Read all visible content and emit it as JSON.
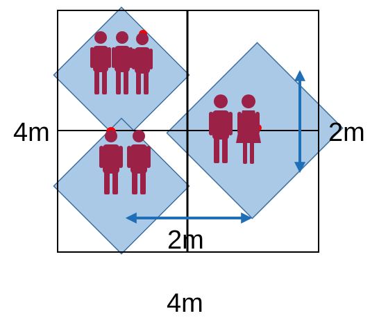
{
  "labels": {
    "left_side": "4m",
    "right_side": "2m",
    "bottom_inner": "2m",
    "bottom_outer": "4m"
  },
  "colors": {
    "zone_fill": "#a9c9e6",
    "zone_stroke": "#3f6e9e",
    "grid": "#000000",
    "person": "#9b2146",
    "marker": "#ff0000",
    "arrow": "#1f6fb8"
  },
  "groups": [
    {
      "name": "group-top-left",
      "people": 3
    },
    {
      "name": "group-bottom-left",
      "people": 2
    },
    {
      "name": "group-right",
      "people": 2
    }
  ],
  "icons": [
    "person-icon",
    "person-female-icon",
    "double-arrow-icon"
  ]
}
